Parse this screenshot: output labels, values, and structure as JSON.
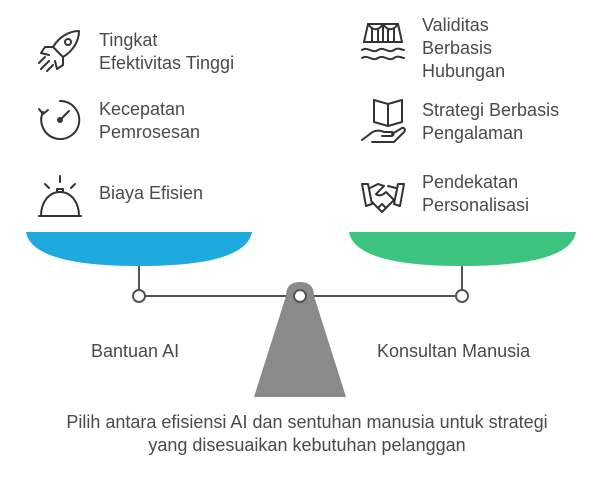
{
  "left": {
    "items": [
      {
        "label": "Tingkat\nEfektivitas Tinggi",
        "icon": "rocket-icon"
      },
      {
        "label": "Kecepatan\nPemrosesan",
        "icon": "speed-timer-icon"
      },
      {
        "label": "Biaya Efisien",
        "icon": "alarm-bell-icon"
      }
    ],
    "pan_label": "Bantuan AI",
    "pan_color": "#1eaadf"
  },
  "right": {
    "items": [
      {
        "label": "Validitas\nBerbasis\nHubungan",
        "icon": "bridge-water-icon"
      },
      {
        "label": "Strategi Berbasis\nPengalaman",
        "icon": "hand-book-icon"
      },
      {
        "label": "Pendekatan\nPersonalisasi",
        "icon": "handshake-icon"
      }
    ],
    "pan_label": "Konsultan Manusia",
    "pan_color": "#3cc47f"
  },
  "fulcrum_color": "#8a8a8a",
  "caption": "Pilih antara efisiensi AI dan sentuhan manusia untuk strategi\nyang disesuaikan kebutuhan pelanggan"
}
